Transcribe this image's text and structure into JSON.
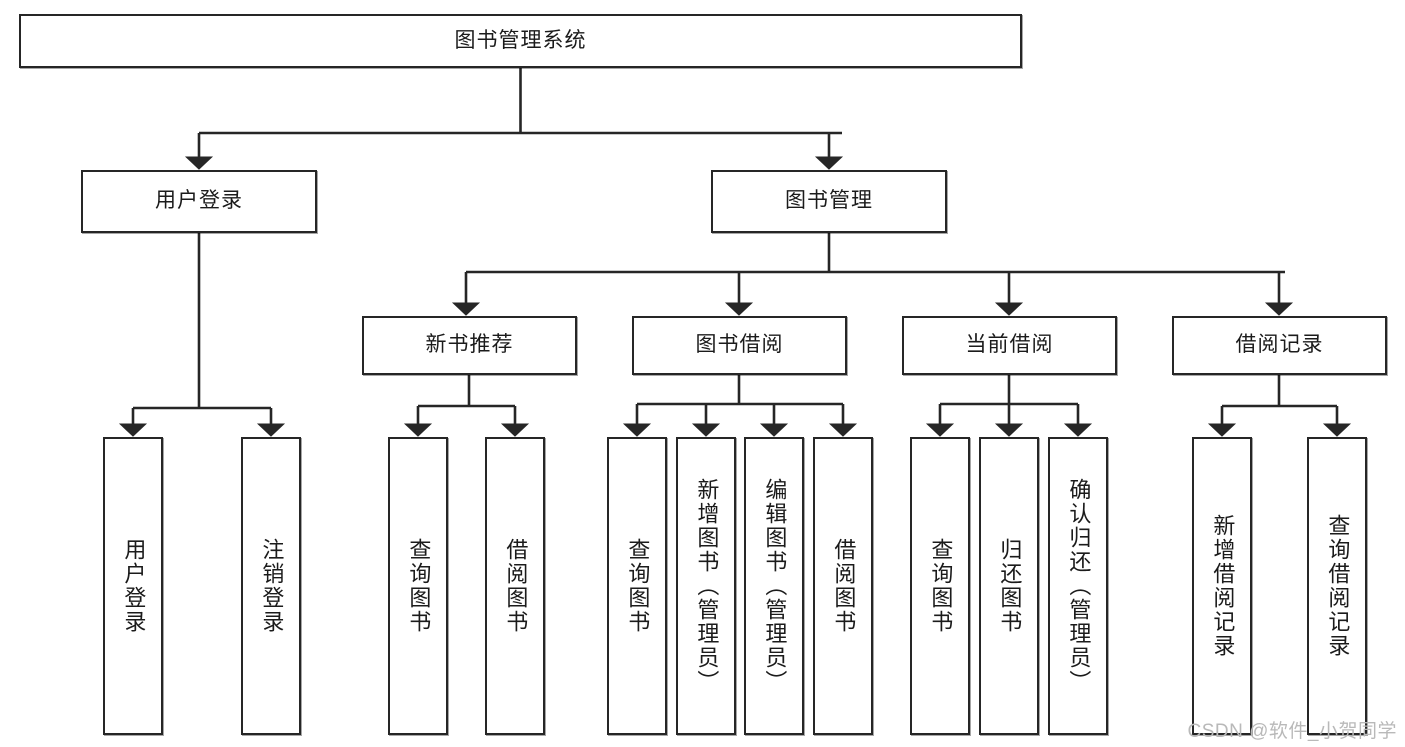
{
  "diagram": {
    "title": "图书管理系统",
    "watermark": "CSDN @软件_小贺同学",
    "colors": {
      "box_border": "#262626",
      "box_fill": "#ffffff",
      "edge": "#262626",
      "text": "#1b1b1b",
      "watermark": "#b9b9b9"
    },
    "levels": {
      "root": {
        "label": "图书管理系统"
      },
      "level2": [
        {
          "label": "用户登录"
        },
        {
          "label": "图书管理"
        }
      ],
      "level3": [
        {
          "label": "新书推荐",
          "parent": "图书管理"
        },
        {
          "label": "图书借阅",
          "parent": "图书管理"
        },
        {
          "label": "当前借阅",
          "parent": "图书管理"
        },
        {
          "label": "借阅记录",
          "parent": "图书管理"
        }
      ],
      "level4": [
        {
          "label": "用户登录",
          "parent": "用户登录"
        },
        {
          "label": "注销登录",
          "parent": "用户登录"
        },
        {
          "label": "查询图书",
          "parent": "新书推荐"
        },
        {
          "label": "借阅图书",
          "parent": "新书推荐"
        },
        {
          "label": "查询图书",
          "parent": "图书借阅"
        },
        {
          "label": "新增图书（管理员）",
          "parent": "图书借阅"
        },
        {
          "label": "编辑图书（管理员）",
          "parent": "图书借阅"
        },
        {
          "label": "借阅图书",
          "parent": "图书借阅"
        },
        {
          "label": "查询图书",
          "parent": "当前借阅"
        },
        {
          "label": "归还图书",
          "parent": "当前借阅"
        },
        {
          "label": "确认归还（管理员）",
          "parent": "当前借阅"
        },
        {
          "label": "新增借阅记录",
          "parent": "借阅记录"
        },
        {
          "label": "查询借阅记录",
          "parent": "借阅记录"
        }
      ]
    }
  }
}
